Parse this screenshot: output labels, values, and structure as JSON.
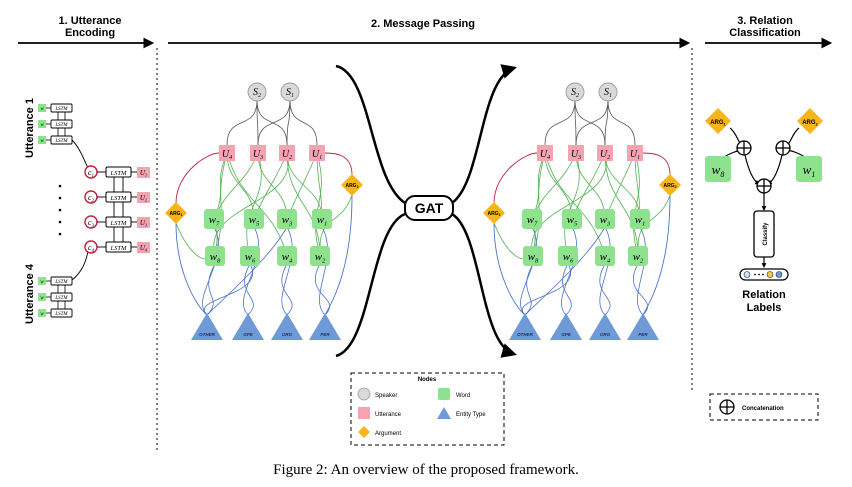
{
  "sections": {
    "s1_line1": "1. Utterance",
    "s1_line2": "Encoding",
    "s2": "2. Message Passing",
    "s3_line1": "3. Relation",
    "s3_line2": "Classification"
  },
  "encoding": {
    "utt1": "Utterance 1",
    "utt4": "Utterance 4",
    "lstm": "LSTM",
    "c": [
      "c",
      "c",
      "c",
      "c"
    ],
    "c_sub": [
      "1",
      "2",
      "3",
      "4"
    ],
    "u": "U",
    "u_sub": [
      "1",
      "2",
      "3",
      "4"
    ],
    "ellipsis": "·",
    "token": "w"
  },
  "graph": {
    "speakers": [
      {
        "base": "S",
        "sub": "2"
      },
      {
        "base": "S",
        "sub": "1"
      }
    ],
    "utterances": [
      {
        "base": "U",
        "sub": "4"
      },
      {
        "base": "U",
        "sub": "3"
      },
      {
        "base": "U",
        "sub": "2"
      },
      {
        "base": "U",
        "sub": "1"
      }
    ],
    "words_top": [
      {
        "base": "w",
        "sub": "7"
      },
      {
        "base": "w",
        "sub": "5"
      },
      {
        "base": "w",
        "sub": "3"
      },
      {
        "base": "w",
        "sub": "1"
      }
    ],
    "words_bot": [
      {
        "base": "w",
        "sub": "8"
      },
      {
        "base": "w",
        "sub": "6"
      },
      {
        "base": "w",
        "sub": "4"
      },
      {
        "base": "w",
        "sub": "2"
      }
    ],
    "arg1": "ARG",
    "arg1_sub": "1",
    "arg2": "ARG",
    "arg2_sub": "2",
    "entities": [
      "OTHER",
      "GPE",
      "ORG",
      "PER"
    ]
  },
  "gat": "GAT",
  "legend": {
    "title": "Nodes",
    "speaker": "Speaker",
    "word": "Word",
    "utterance": "Utterance",
    "entity": "Entity Type",
    "argument": "Argument"
  },
  "classification": {
    "arg1": "ARG",
    "arg1_sub": "1",
    "arg2": "ARG",
    "arg2_sub": "2",
    "w_left": {
      "base": "w",
      "sub": "8"
    },
    "w_right": {
      "base": "w",
      "sub": "1"
    },
    "classify": "Classify",
    "output_line1": "Relation",
    "output_line2": "Labels",
    "concat": "Concatenation"
  },
  "caption": "Figure 2: An overview of the proposed framework.",
  "colors": {
    "speaker": "#d9d9d9",
    "utterance": "#f4a3b2",
    "word": "#8ee28e",
    "argument": "#f7b51b",
    "entity": "#6f9ad8",
    "edge_green": "#52b152",
    "edge_blue": "#4a73c8",
    "edge_red": "#c0203a",
    "edge_gray": "#555555"
  }
}
